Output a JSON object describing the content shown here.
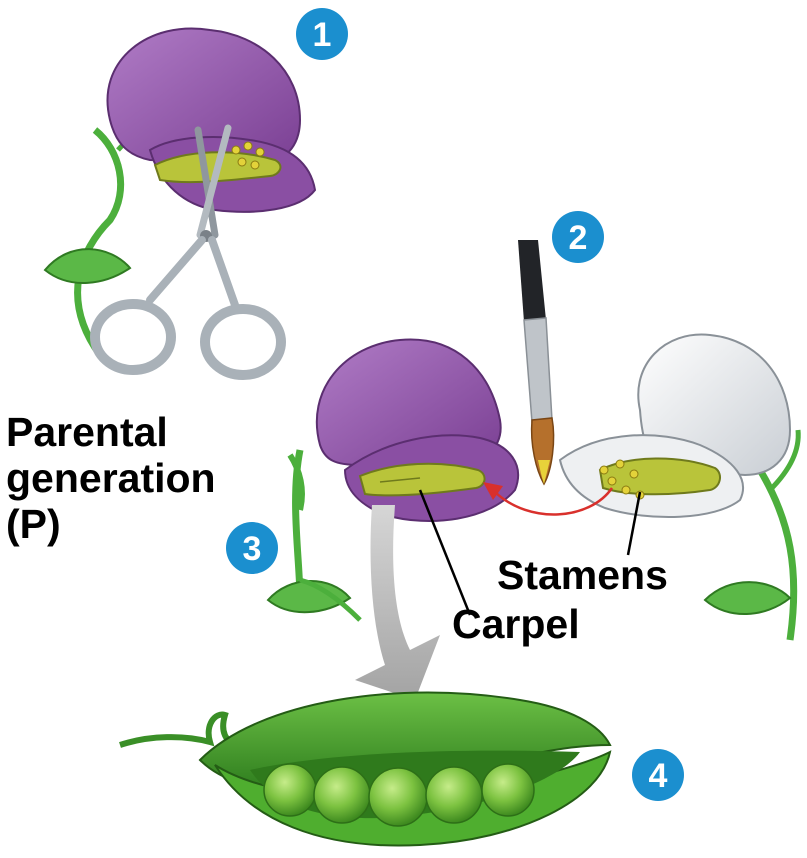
{
  "labels": {
    "parental_line1": "Parental",
    "parental_line2": "generation",
    "parental_line3": "(P)",
    "stamens": "Stamens",
    "carpel": "Carpel"
  },
  "steps": [
    "1",
    "2",
    "3",
    "4"
  ],
  "colors": {
    "purple_petal": "#9b5fb0",
    "purple_dark": "#6f3b88",
    "white_petal": "#eef0f2",
    "stem_green": "#4caf3c",
    "pod_green": "#3f9a2c",
    "pea_green": "#7cc240",
    "carpel_yellow": "#b9c43a",
    "badge_blue": "#1b8fcf",
    "arrow_red": "#d9302c",
    "arrow_gray": "#b5b5b5",
    "scissors_gray": "#a9b1b8"
  }
}
